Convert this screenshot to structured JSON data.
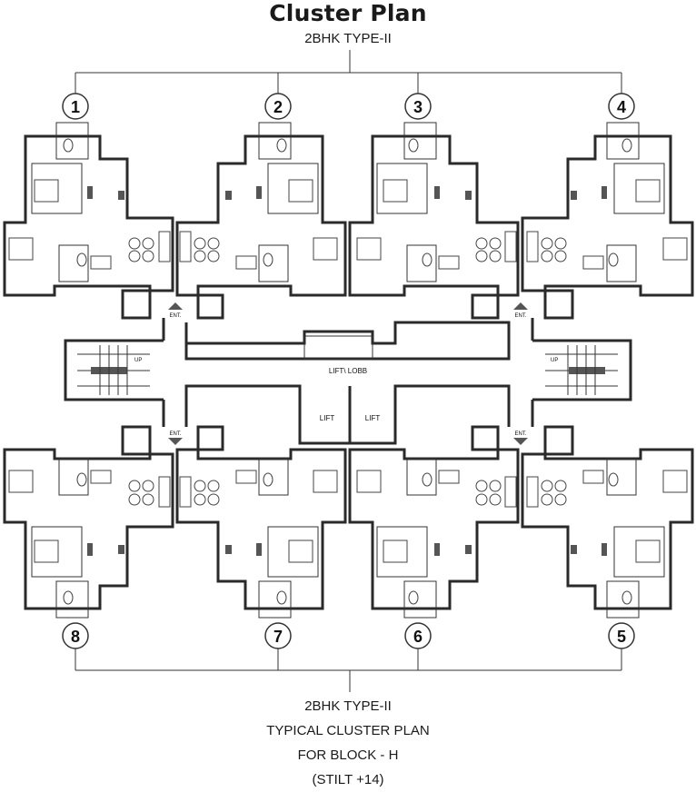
{
  "title": "Cluster Plan",
  "subtitle": "2BHK TYPE-II",
  "footer": {
    "line1": "2BHK TYPE-II",
    "line2": "TYPICAL CLUSTER PLAN",
    "line3": "FOR BLOCK - H",
    "line4": "(STILT +14)"
  },
  "units_top": [
    "1",
    "2",
    "3",
    "4"
  ],
  "units_bottom": [
    "8",
    "7",
    "6",
    "5"
  ],
  "labels": {
    "lift_lobby": "LIFT\\ LOBB",
    "lift": "LIFT",
    "entrance": "ENT.",
    "up": "UP"
  }
}
